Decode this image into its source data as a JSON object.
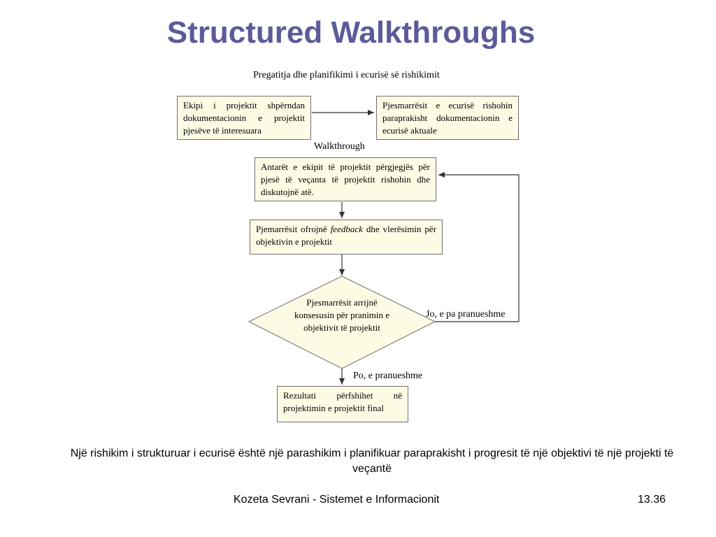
{
  "slide": {
    "title": "Structured Walkthroughs",
    "caption": "Një rishikim i strukturuar i ecurisë është një parashikim i planifikuar paraprakisht i progresit të një objektivi të një projekti të veçantë",
    "footer_author": "Kozeta Sevrani - Sistemet e Informacionit",
    "page_number": "13.36"
  },
  "diagram": {
    "section_heading": "Pregatitja dhe planifikimi i ecurisë së rishikimit",
    "box_team_distributes": "Ekipi i projektit shpërndan dokumentacionin e projektit pjesëve të interesuara",
    "box_participants_review": "Pjesmarrësit e ecurisë rishohin paraprakisht dokumentacionin e ecurisë aktuale",
    "walkthrough_label": "Walkthrough",
    "box_team_members": "Antarët e ekipit të projektit përgjegjës për pjesë të veçanta të projektit rishohin dhe diskutojnë atë.",
    "box_feedback_before": "Pjemarrësit ofrojnë",
    "box_feedback_italic": "feedback",
    "box_feedback_after": "dhe vlerësimin për objektivin e projektit",
    "decision_text": "Pjesmarrësit arrijnë konsesusin për pranimin e objektivit të projektit",
    "no_label": "Jo, e pa pranueshme",
    "yes_label": "Po, e pranueshme",
    "box_result": "Rezultati përfshihet në projektimin e projektit final"
  }
}
